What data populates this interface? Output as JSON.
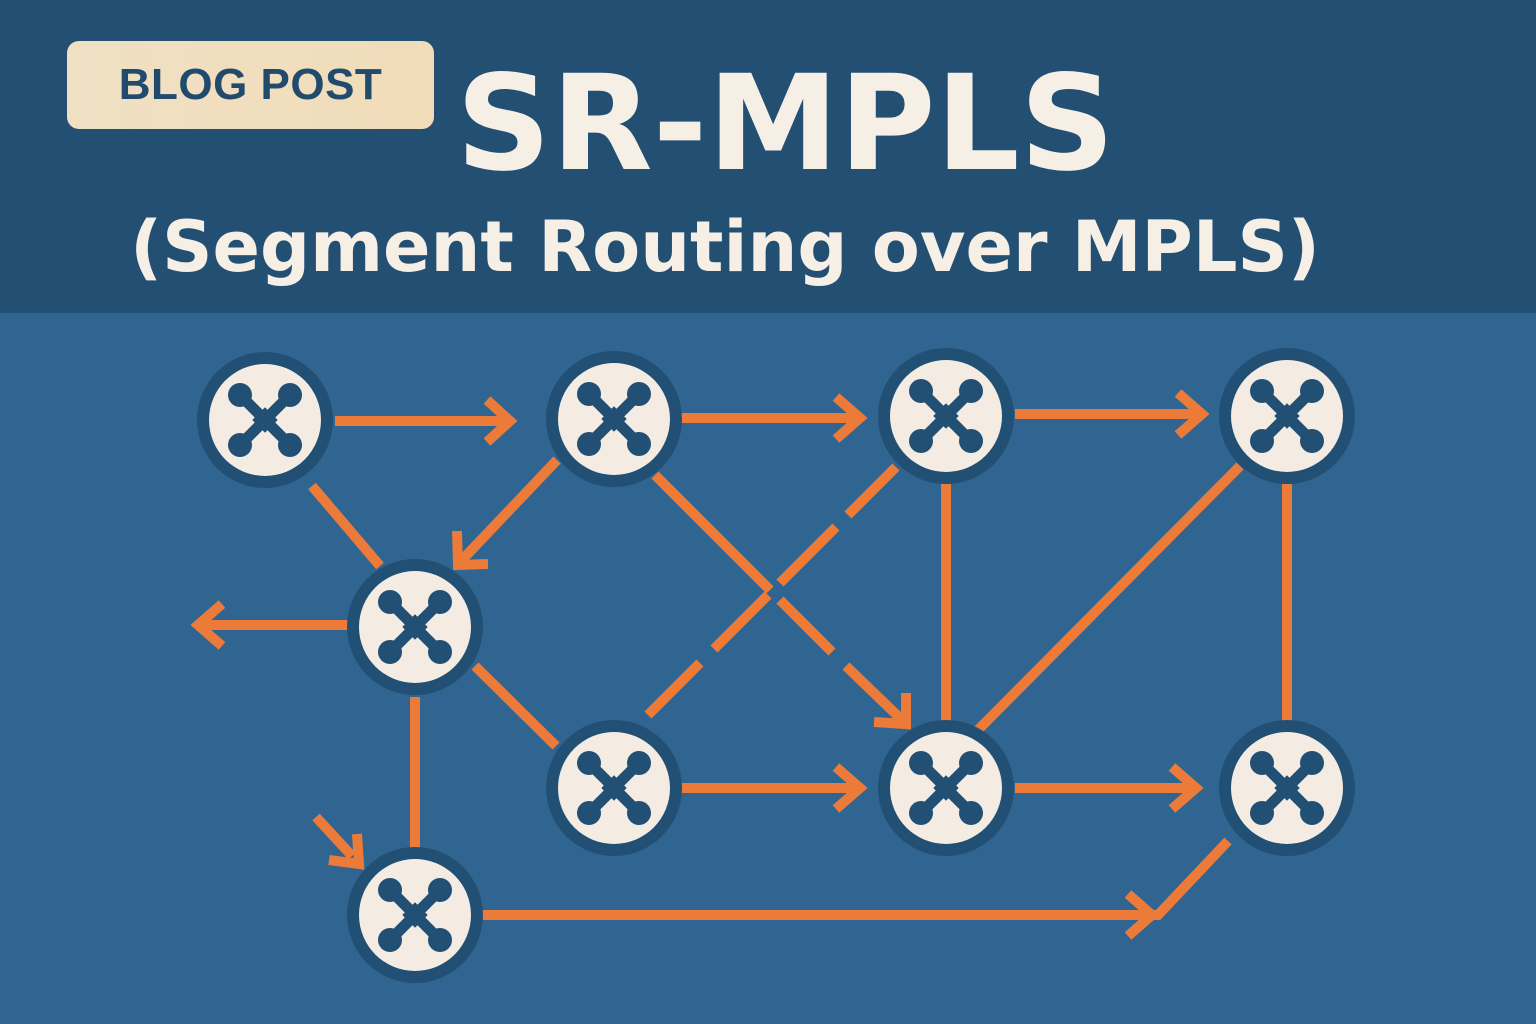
{
  "header": {
    "badge": "BLOG POST",
    "title": "SR-MPLS",
    "subtitle": "(Segment Routing over MPLS)"
  },
  "colors": {
    "header_bg": "#234f73",
    "body_bg": "#2f6590",
    "link": "#ec7b3a",
    "node_ring": "#224f74",
    "node_face": "#f4ece2",
    "badge_bg": "#efe0c4"
  },
  "diagram": {
    "nodes": [
      {
        "id": "n1",
        "icon": "router-icon"
      },
      {
        "id": "n2",
        "icon": "router-icon"
      },
      {
        "id": "n3",
        "icon": "router-icon"
      },
      {
        "id": "n4",
        "icon": "router-icon"
      },
      {
        "id": "n5",
        "icon": "router-icon"
      },
      {
        "id": "n6",
        "icon": "router-icon"
      },
      {
        "id": "n7",
        "icon": "router-icon"
      },
      {
        "id": "n8",
        "icon": "router-icon"
      },
      {
        "id": "n9",
        "icon": "router-icon"
      }
    ],
    "links": [
      {
        "from": "n1",
        "to": "n2",
        "directed": true,
        "dashed": false
      },
      {
        "from": "n2",
        "to": "n3",
        "directed": true,
        "dashed": false
      },
      {
        "from": "n3",
        "to": "n4",
        "directed": true,
        "dashed": false
      },
      {
        "from": "n1",
        "to": "n5",
        "directed": false,
        "dashed": false
      },
      {
        "from": "n2",
        "to": "n5",
        "directed": true,
        "dashed": false
      },
      {
        "from": "n2",
        "to": "n7",
        "directed": true,
        "dashed": true
      },
      {
        "from": "n6",
        "to": "n3",
        "directed": false,
        "dashed": true
      },
      {
        "from": "n3",
        "to": "n7",
        "directed": false,
        "dashed": false
      },
      {
        "from": "n4",
        "to": "n7",
        "directed": false,
        "dashed": false
      },
      {
        "from": "n4",
        "to": "n8",
        "directed": false,
        "dashed": false
      },
      {
        "from": "n5",
        "to": "n6",
        "directed": false,
        "dashed": false
      },
      {
        "from": "n6",
        "to": "n7",
        "directed": true,
        "dashed": false
      },
      {
        "from": "n7",
        "to": "n8",
        "directed": true,
        "dashed": false
      },
      {
        "from": "n5",
        "to": "n9",
        "directed": false,
        "dashed": false
      },
      {
        "from": "n9",
        "to": "n8",
        "directed": true,
        "dashed": false
      },
      {
        "from": "n5",
        "to": "outside-left",
        "directed": true,
        "dashed": false
      },
      {
        "from": "outside-left",
        "to": "n9",
        "directed": true,
        "dashed": false
      }
    ]
  }
}
